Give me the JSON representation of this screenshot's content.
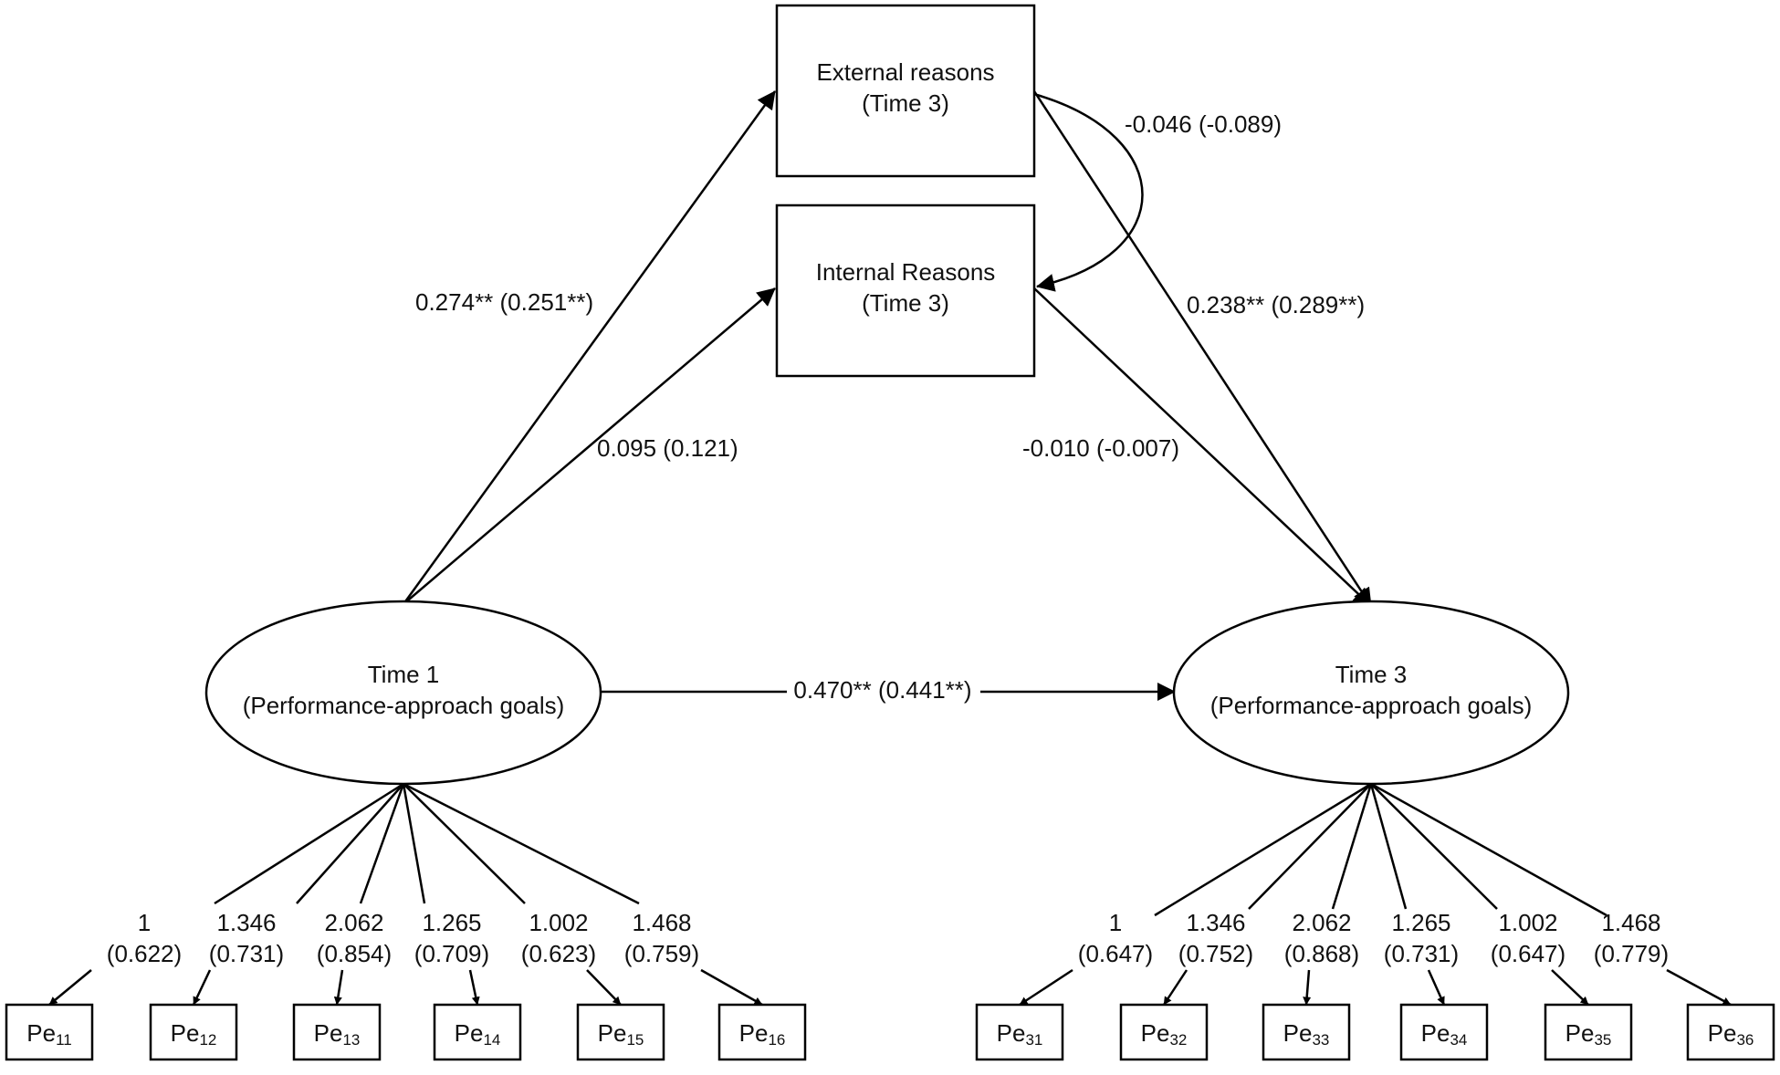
{
  "nodes": {
    "external_reasons": {
      "line1": "External reasons",
      "line2": "(Time 3)"
    },
    "internal_reasons": {
      "line1": "Internal Reasons",
      "line2": "(Time 3)"
    },
    "time1": {
      "line1": "Time 1",
      "line2": "(Performance-approach goals)"
    },
    "time3": {
      "line1": "Time 3",
      "line2": "(Performance-approach goals)"
    }
  },
  "paths": {
    "t1_to_external": "0.274** (0.251**)",
    "t1_to_internal": "0.095 (0.121)",
    "external_to_t3": "0.238** (0.289**)",
    "internal_to_t3": "-0.010 (-0.007)",
    "t1_to_t3": "0.470** (0.441**)",
    "external_internal_cov": "-0.046 (-0.089)"
  },
  "indicators_t1": [
    {
      "base": "Pe",
      "sub": "11",
      "loading": "1",
      "std": "(0.622)"
    },
    {
      "base": "Pe",
      "sub": "12",
      "loading": "1.346",
      "std": "(0.731)"
    },
    {
      "base": "Pe",
      "sub": "13",
      "loading": "2.062",
      "std": "(0.854)"
    },
    {
      "base": "Pe",
      "sub": "14",
      "loading": "1.265",
      "std": "(0.709)"
    },
    {
      "base": "Pe",
      "sub": "15",
      "loading": "1.002",
      "std": "(0.623)"
    },
    {
      "base": "Pe",
      "sub": "16",
      "loading": "1.468",
      "std": "(0.759)"
    }
  ],
  "indicators_t3": [
    {
      "base": "Pe",
      "sub": "31",
      "loading": "1",
      "std": "(0.647)"
    },
    {
      "base": "Pe",
      "sub": "32",
      "loading": "1.346",
      "std": "(0.752)"
    },
    {
      "base": "Pe",
      "sub": "33",
      "loading": "2.062",
      "std": "(0.868)"
    },
    {
      "base": "Pe",
      "sub": "34",
      "loading": "1.265",
      "std": "(0.731)"
    },
    {
      "base": "Pe",
      "sub": "35",
      "loading": "1.002",
      "std": "(0.647)"
    },
    {
      "base": "Pe",
      "sub": "36",
      "loading": "1.468",
      "std": "(0.779)"
    }
  ]
}
